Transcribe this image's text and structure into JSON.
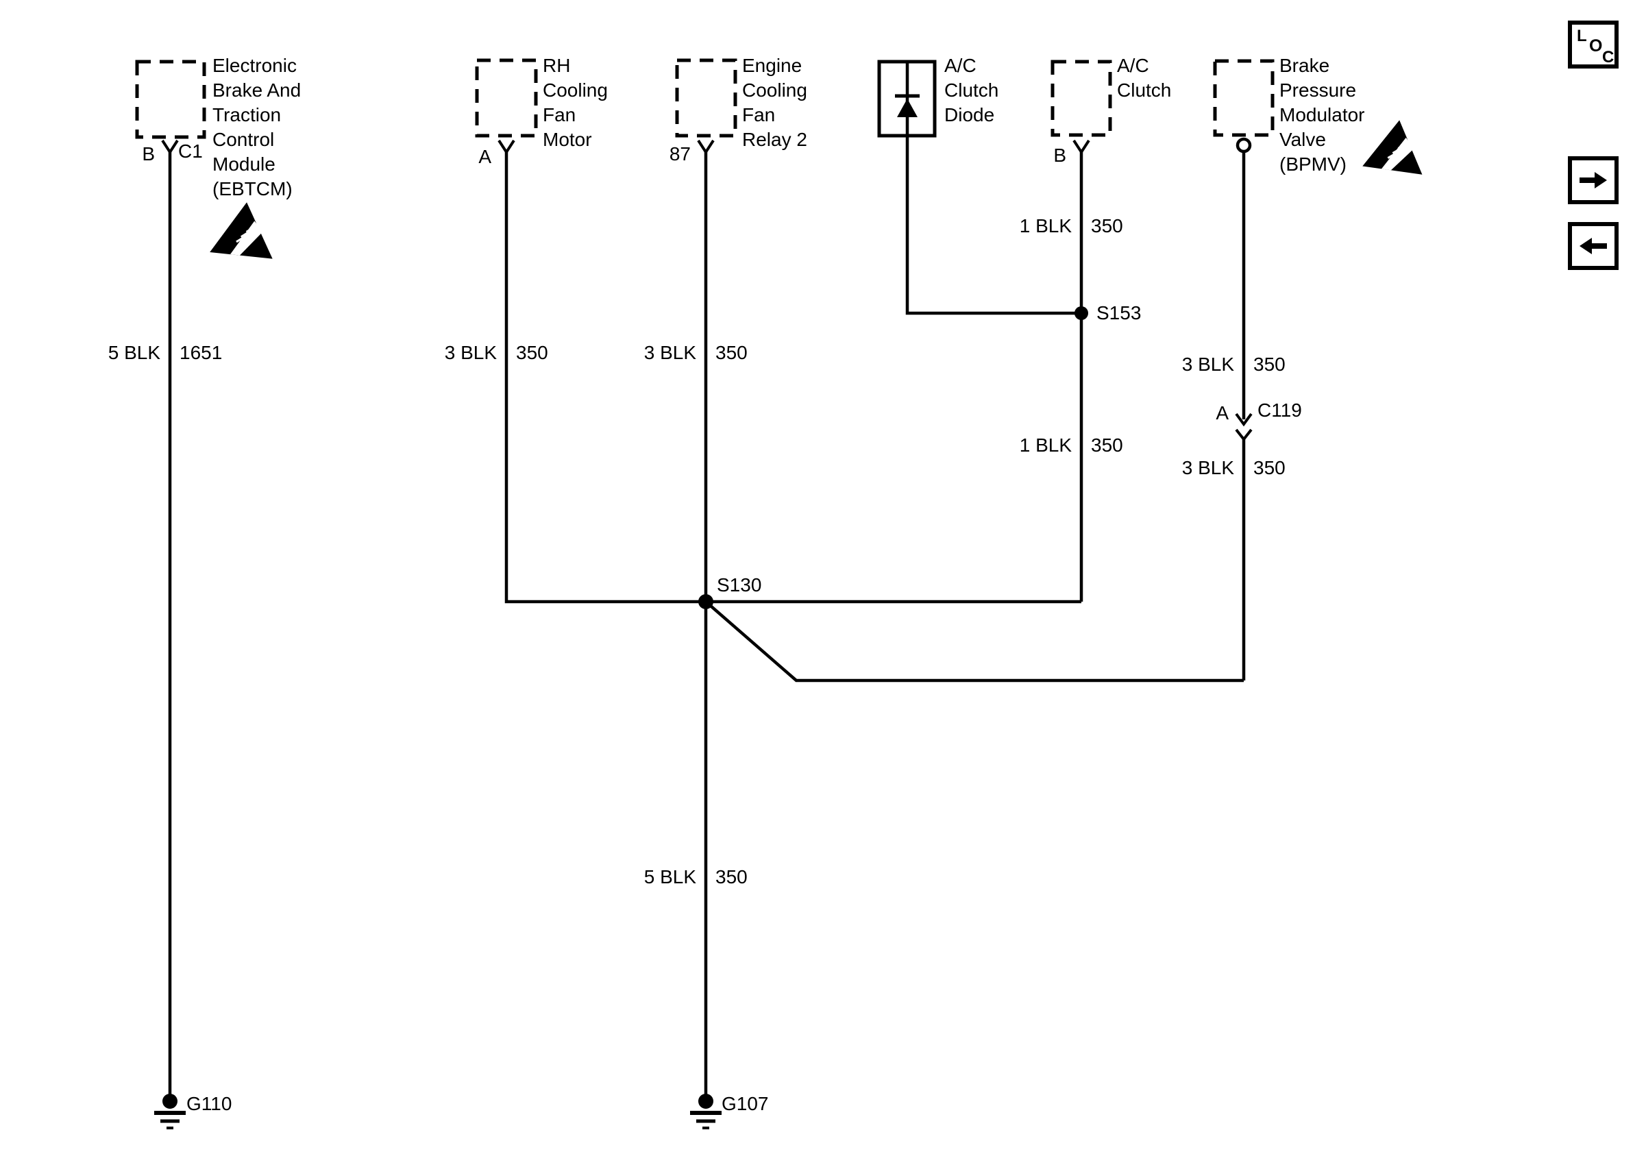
{
  "toolbar": {
    "loc_letters": [
      "L",
      "O",
      "C"
    ]
  },
  "components": {
    "ebtcm": {
      "name_lines": [
        "Electronic",
        "Brake And",
        "Traction",
        "Control",
        "Module",
        "(EBTCM)"
      ],
      "pin": "B",
      "connector": "C1"
    },
    "rh_cooling_fan_motor": {
      "name_lines": [
        "RH",
        "Cooling",
        "Fan",
        "Motor"
      ],
      "pin": "A"
    },
    "engine_cooling_fan_relay_2": {
      "name_lines": [
        "Engine",
        "Cooling",
        "Fan",
        "Relay 2"
      ],
      "pin": "87"
    },
    "ac_clutch_diode": {
      "name_lines": [
        "A/C",
        "Clutch",
        "Diode"
      ]
    },
    "ac_clutch": {
      "name_lines": [
        "A/C",
        "Clutch"
      ],
      "pin": "B"
    },
    "bpmv": {
      "name_lines": [
        "Brake",
        "Pressure",
        "Modulator",
        "Valve",
        "(BPMV)"
      ]
    }
  },
  "wire_labels": [
    {
      "gauge_color": "5 BLK",
      "circuit": "1651"
    },
    {
      "gauge_color": "3 BLK",
      "circuit": "350"
    },
    {
      "gauge_color": "3 BLK",
      "circuit": "350"
    },
    {
      "gauge_color": "1 BLK",
      "circuit": "350"
    },
    {
      "gauge_color": "1 BLK",
      "circuit": "350"
    },
    {
      "gauge_color": "3 BLK",
      "circuit": "350"
    },
    {
      "gauge_color": "3 BLK",
      "circuit": "350"
    },
    {
      "gauge_color": "5 BLK",
      "circuit": "350"
    }
  ],
  "splices": {
    "s153": "S153",
    "s130": "S130"
  },
  "inline_connector": {
    "pin": "A",
    "label": "C119"
  },
  "grounds": {
    "g110": "G110",
    "g107": "G107"
  },
  "colors": {
    "line": "#000000",
    "background": "#ffffff"
  }
}
